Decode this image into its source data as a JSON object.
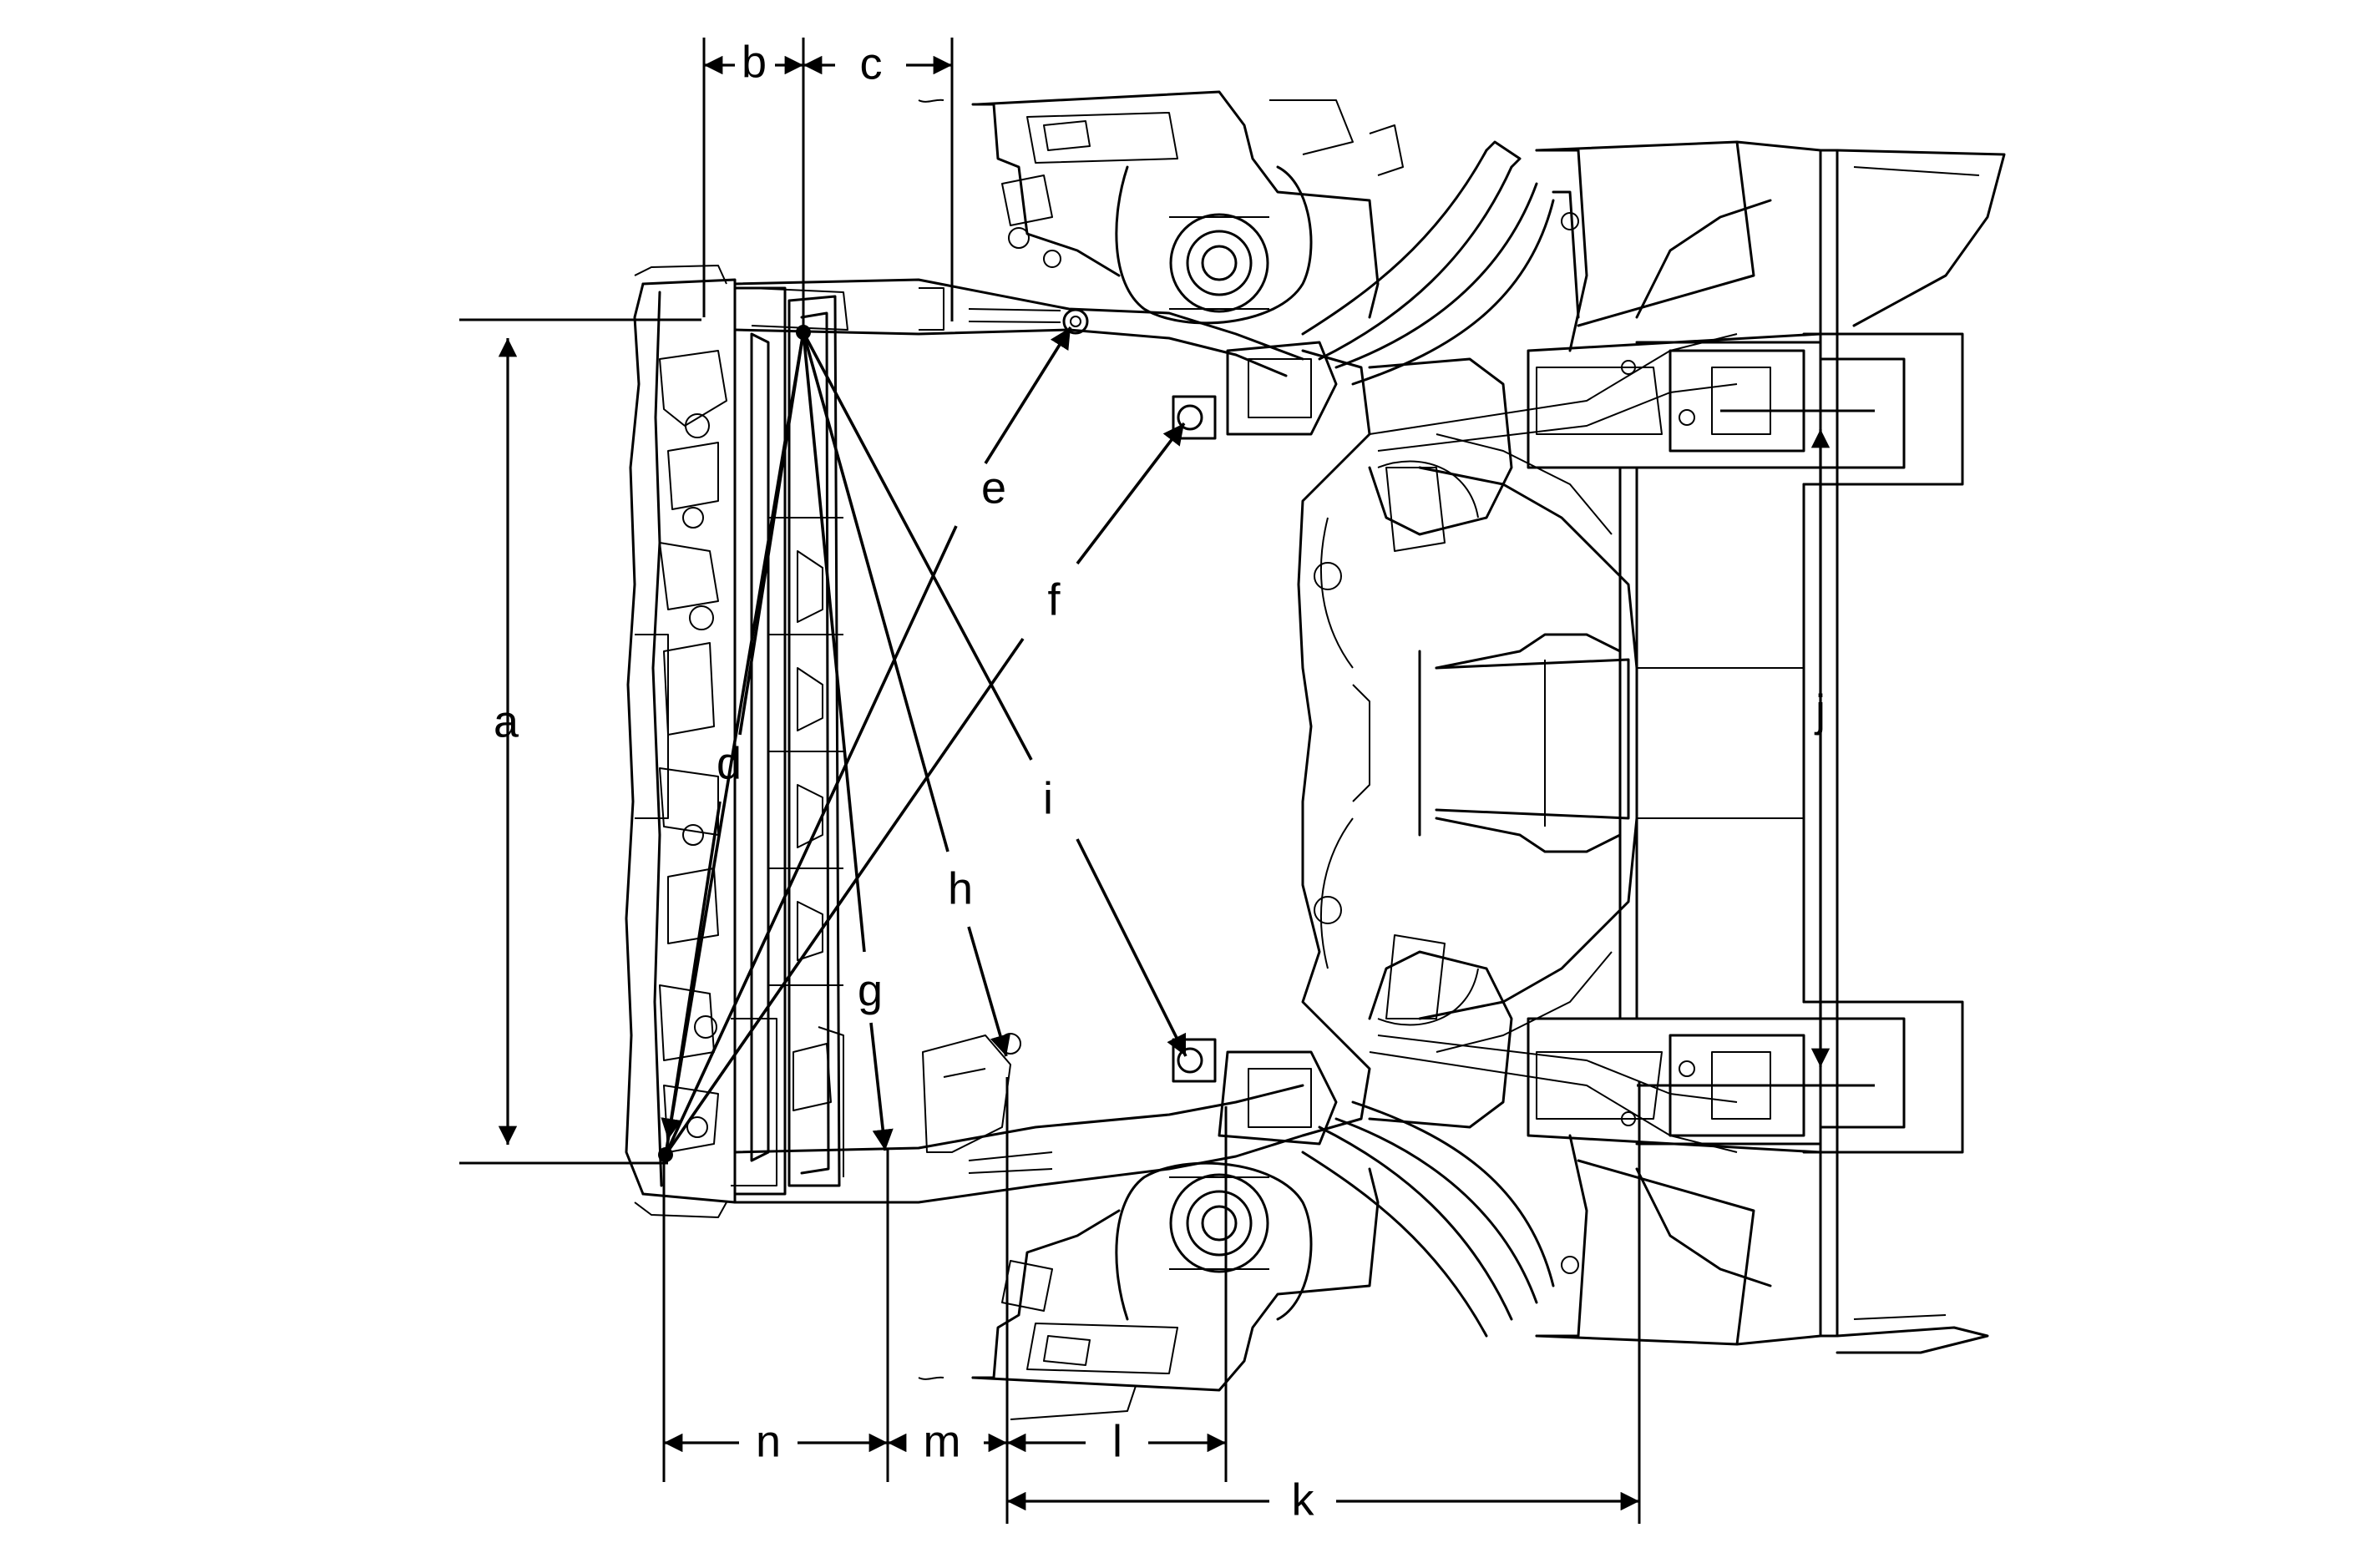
{
  "dimension_labels": {
    "a": "a",
    "b": "b",
    "c": "c",
    "d": "d",
    "e": "e",
    "f": "f",
    "g": "g",
    "h": "h",
    "i": "i",
    "j": "j",
    "k": "k",
    "l": "l",
    "m": "m",
    "n": "n"
  },
  "colors": {
    "line": "#000000",
    "background": "#ffffff"
  }
}
